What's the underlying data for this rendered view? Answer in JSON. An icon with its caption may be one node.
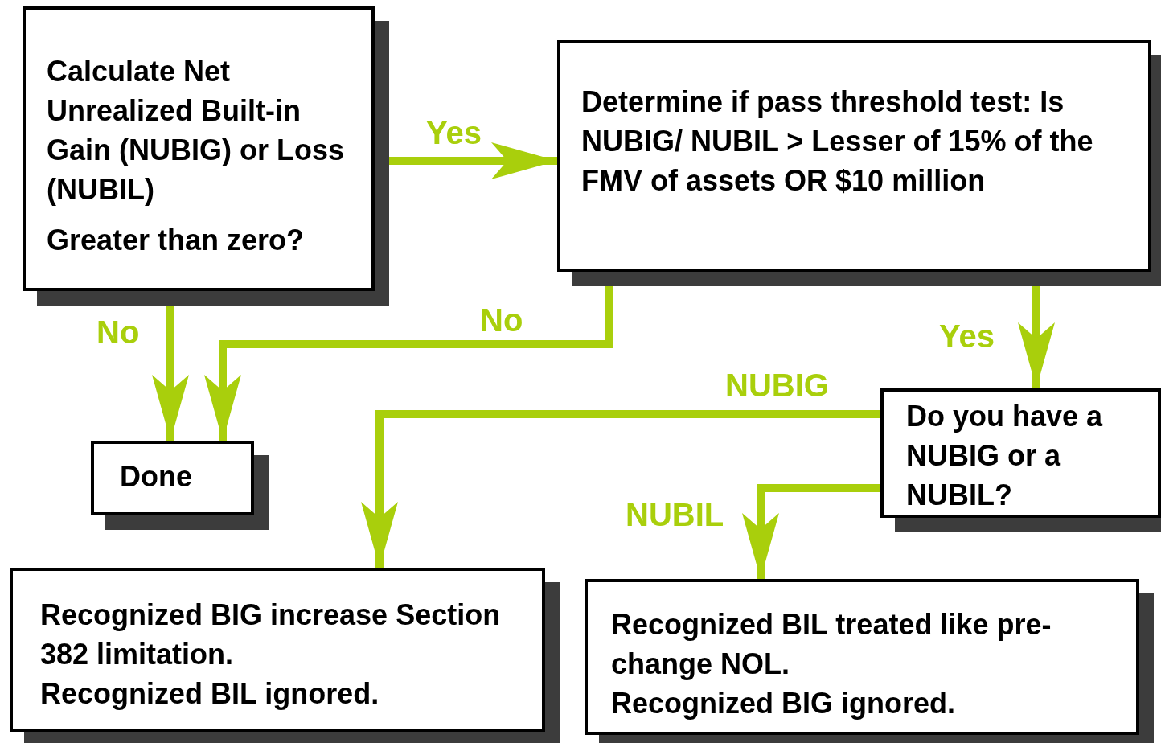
{
  "diagram": {
    "nodes": [
      {
        "text": [
          "Calculate Net Unrealized Built-in Gain (NUBIG) or Loss (NUBIL)",
          "Greater than zero?"
        ]
      },
      {
        "text": [
          "Determine if pass threshold test: Is NUBIG/ NUBIL > Lesser of 15% of the FMV of assets OR $10 million"
        ]
      },
      {
        "text": [
          "Done"
        ]
      },
      {
        "text": [
          "Do you have a NUBIG or a NUBIL?"
        ]
      },
      {
        "text": [
          "Recognized BIG increase Section 382 limitation.",
          "Recognized BIL ignored."
        ]
      },
      {
        "text": [
          "Recognized BIL treated like pre-change NOL.",
          "Recognized BIG ignored."
        ]
      }
    ],
    "edges": [
      {
        "from": 0,
        "to": 1,
        "arrow": "to",
        "label": "Yes"
      },
      {
        "from": 0,
        "to": 2,
        "arrow": "to",
        "label": "No"
      },
      {
        "from": 1,
        "to": 2,
        "arrow": "to",
        "label": "No"
      },
      {
        "from": 1,
        "to": 3,
        "arrow": "to",
        "label": "Yes"
      },
      {
        "from": 3,
        "to": 4,
        "arrow": "to",
        "label": "NUBIG"
      },
      {
        "from": 3,
        "to": 5,
        "arrow": "to",
        "label": "NUBIL"
      }
    ]
  }
}
